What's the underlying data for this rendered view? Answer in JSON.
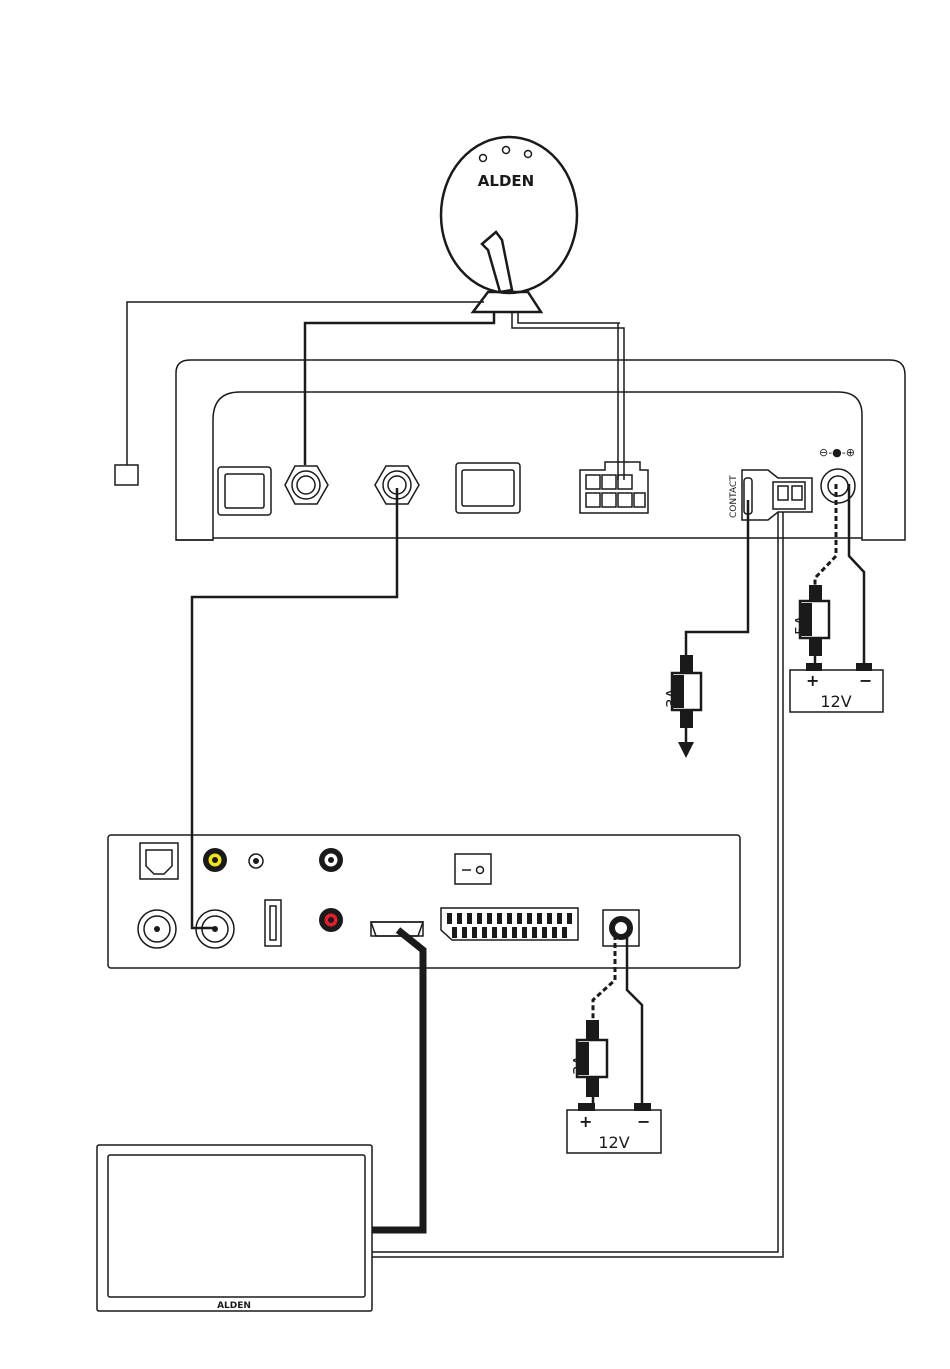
{
  "dish": {
    "brand": "ALDEN"
  },
  "control_unit": {
    "contact_label": "CONTACT",
    "power_symbol": "⊖-●-⊕"
  },
  "fuses": {
    "contact_fuse": "3A",
    "power_fuse": "5A",
    "receiver_fuse": "3A"
  },
  "batteries": {
    "unit_battery": {
      "voltage": "12V",
      "plus": "+",
      "minus": "−"
    },
    "receiver_battery": {
      "voltage": "12V",
      "plus": "+",
      "minus": "−"
    }
  },
  "tv": {
    "brand": "ALDEN"
  }
}
